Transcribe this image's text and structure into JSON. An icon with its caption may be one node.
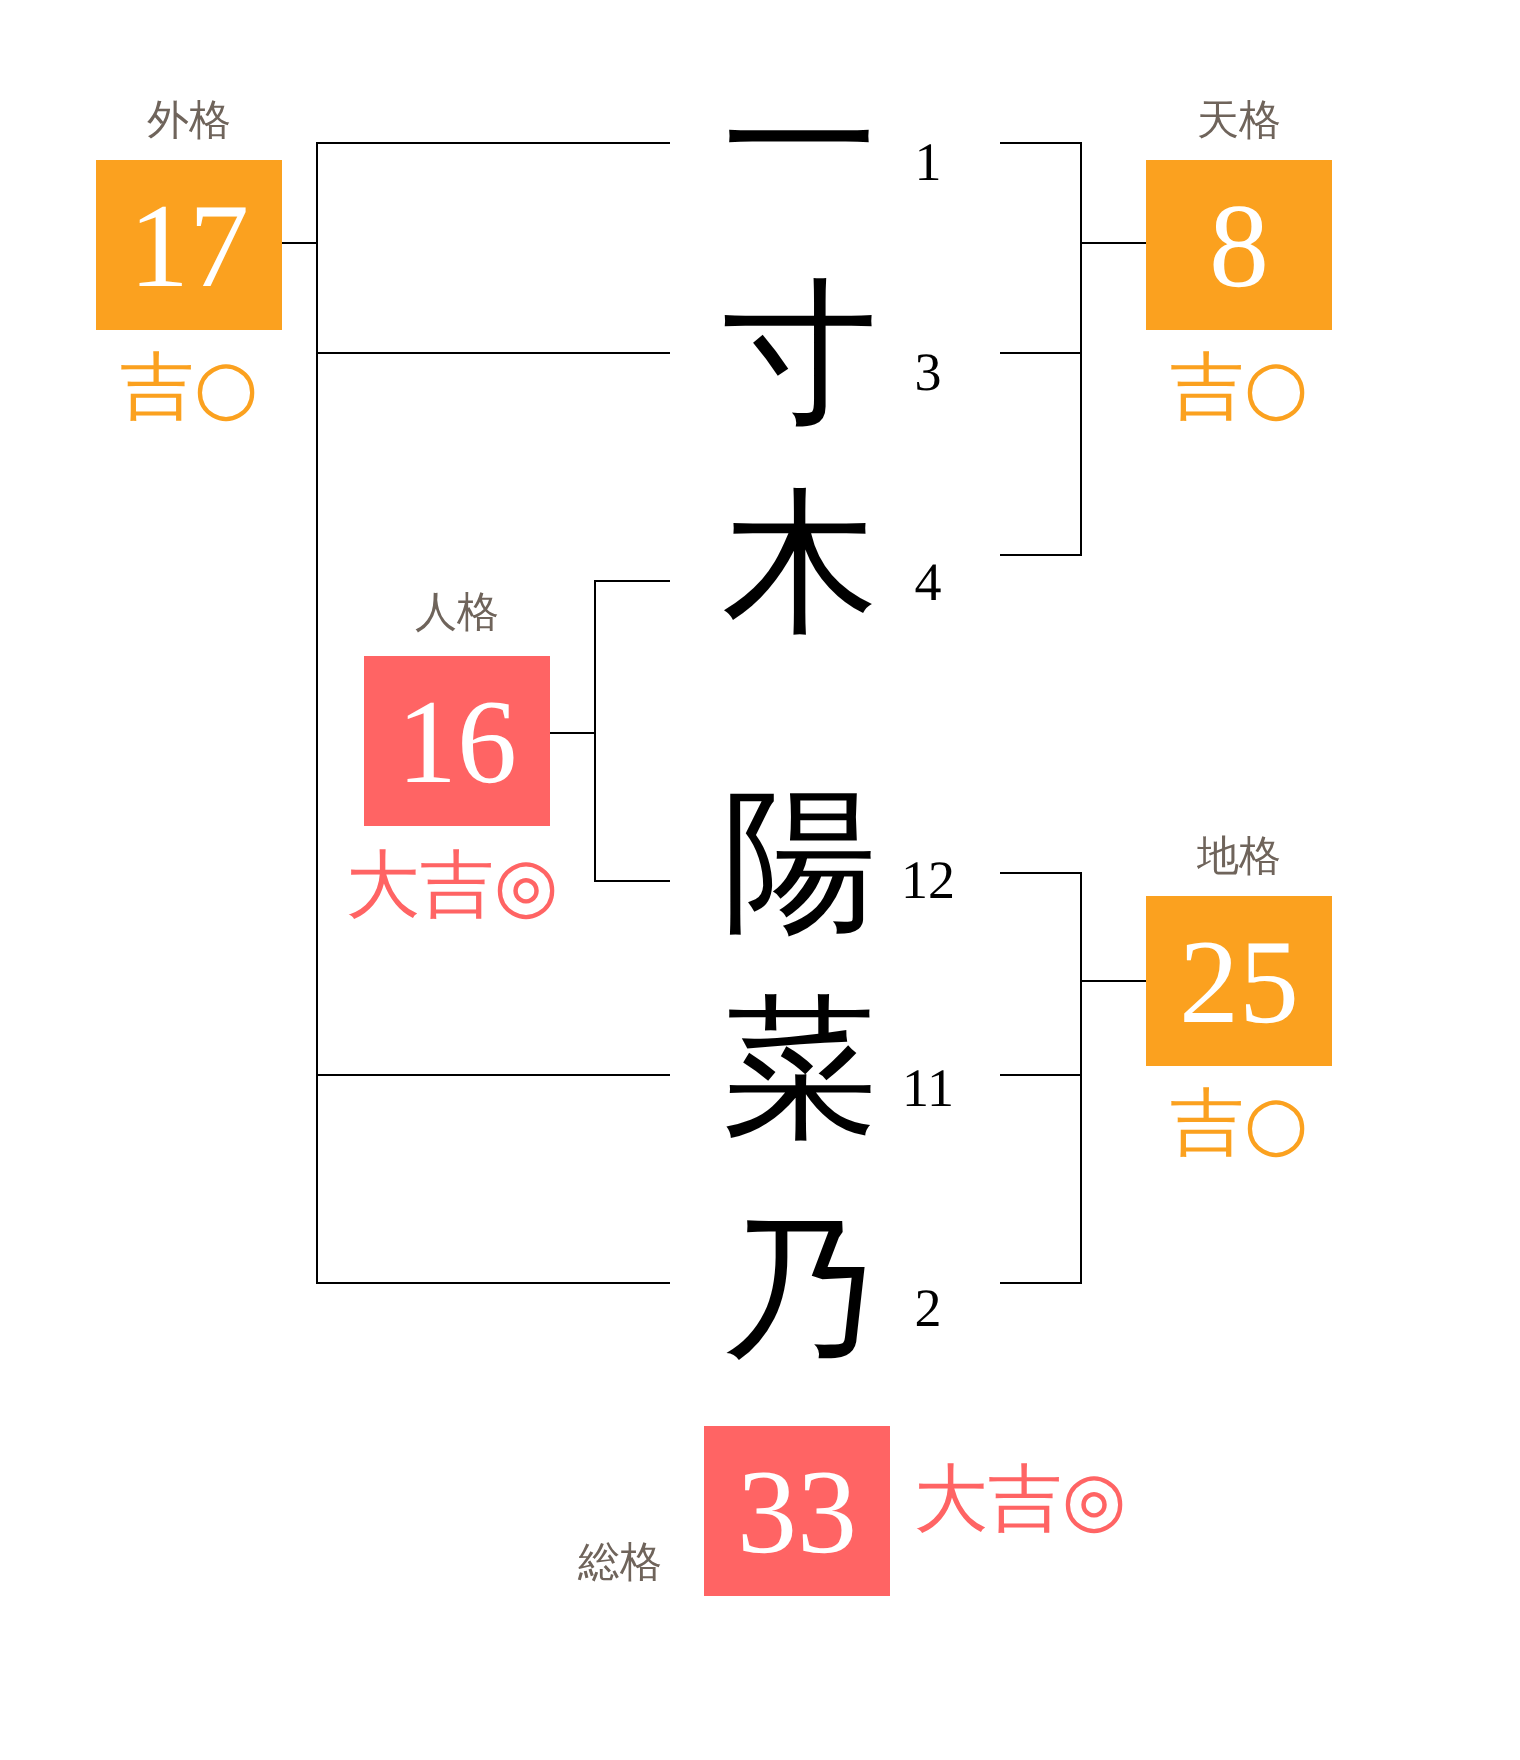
{
  "diagram": {
    "nodes": [
      {
        "text": [
          "外格",
          "17"
        ],
        "beside": [
          "吉○"
        ]
      },
      {
        "text": [
          "天格",
          "8"
        ],
        "beside": [
          "吉○"
        ]
      },
      {
        "text": [
          "一"
        ],
        "beside": [
          "1"
        ]
      },
      {
        "text": [
          "寸"
        ],
        "beside": [
          "3"
        ]
      },
      {
        "text": [
          "木"
        ],
        "beside": [
          "4"
        ]
      },
      {
        "text": [
          "人格",
          "16"
        ],
        "beside": [
          "大吉◎"
        ]
      },
      {
        "text": [
          "陽"
        ],
        "beside": [
          "12"
        ]
      },
      {
        "text": [
          "地格",
          "25"
        ],
        "beside": [
          "吉○"
        ]
      },
      {
        "text": [
          "菜"
        ],
        "beside": [
          "11"
        ]
      },
      {
        "text": [
          "乃"
        ],
        "beside": [
          "2"
        ]
      },
      {
        "text": [
          "総格",
          "33"
        ],
        "beside": [
          "大吉◎"
        ]
      }
    ],
    "edges": [
      {
        "from": 2,
        "to": 0,
        "arrow": "none"
      },
      {
        "from": 3,
        "to": 0,
        "arrow": "none"
      },
      {
        "from": 8,
        "to": 0,
        "arrow": "none"
      },
      {
        "from": 9,
        "to": 0,
        "arrow": "none"
      },
      {
        "from": 2,
        "to": 1,
        "arrow": "none"
      },
      {
        "from": 3,
        "to": 1,
        "arrow": "none"
      },
      {
        "from": 4,
        "to": 1,
        "arrow": "none"
      },
      {
        "from": 4,
        "to": 5,
        "arrow": "none"
      },
      {
        "from": 6,
        "to": 5,
        "arrow": "none"
      },
      {
        "from": 6,
        "to": 7,
        "arrow": "none"
      },
      {
        "from": 8,
        "to": 7,
        "arrow": "none"
      },
      {
        "from": 9,
        "to": 7,
        "arrow": "none"
      }
    ]
  }
}
